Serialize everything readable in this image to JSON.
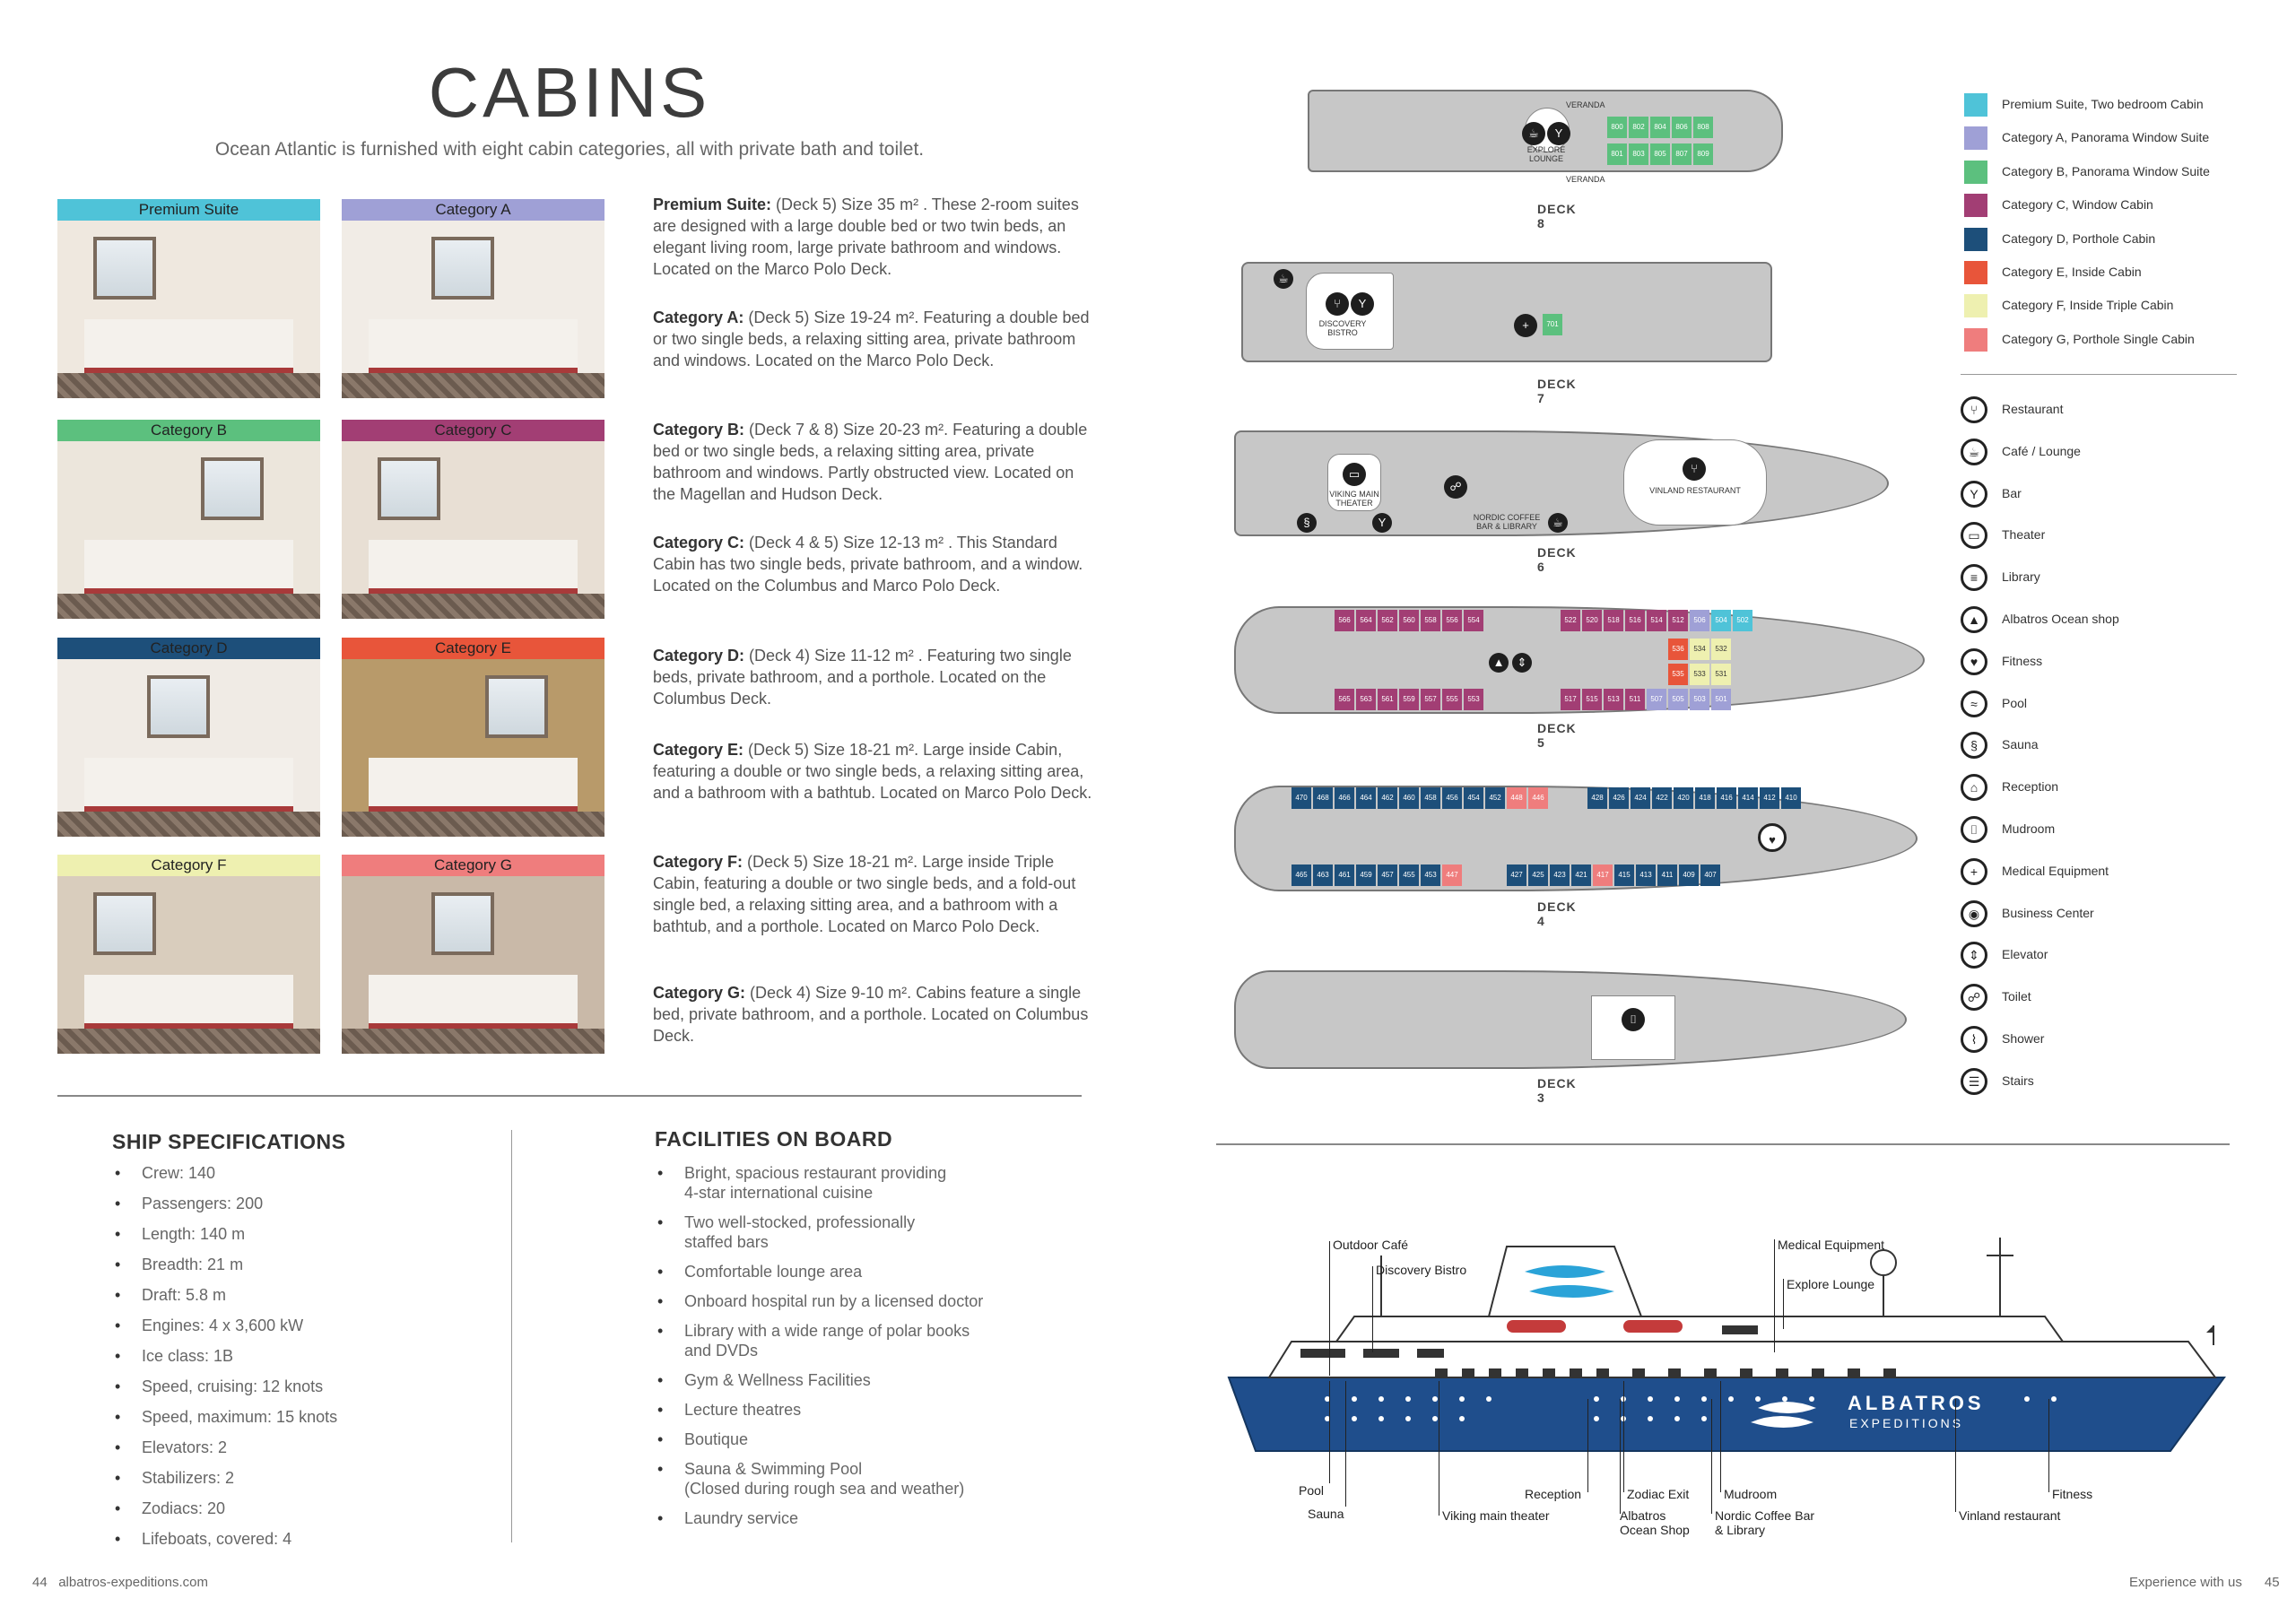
{
  "title": "CABINS",
  "subtitle": "Ocean Atlantic is furnished with eight cabin categories, all with private bath and toilet.",
  "cabins": [
    {
      "label": "Premium Suite",
      "color": "#4fc3d8",
      "desc_bold": "Premium Suite:",
      "desc": " (Deck 5) Size 35 m² . These 2-room suites are designed with a large double bed or two twin beds, an elegant living room, large private bathroom and windows. Located on the Marco Polo Deck."
    },
    {
      "label": "Category A",
      "color": "#9fa0d6",
      "desc_bold": "Category A:",
      "desc": " (Deck 5) Size 19-24 m². Featuring a double bed or two single beds, a relaxing sitting area, private bathroom and windows. Located on the Marco Polo Deck."
    },
    {
      "label": "Category B",
      "color": "#5cc07e",
      "desc_bold": "Category B:",
      "desc": " (Deck 7 & 8) Size 20-23 m². Featuring a double bed or two single beds, a relaxing sitting area, private bathroom and windows. Partly obstructed view. Located on the Magellan and Hudson Deck."
    },
    {
      "label": "Category C",
      "color": "#a23e74",
      "desc_bold": "Category C:",
      "desc": " (Deck 4 & 5) Size 12-13 m² . This Standard Cabin has two single beds, private bathroom, and a window. Located on the Columbus and Marco Polo Deck."
    },
    {
      "label": "Category D",
      "color": "#1d4f7a",
      "desc_bold": "Category D:",
      "desc": " (Deck 4) Size 11-12 m² . Featuring two single beds, private bathroom, and a porthole. Located on the Columbus Deck."
    },
    {
      "label": "Category E",
      "color": "#e8553a",
      "desc_bold": "Category E:",
      "desc": " (Deck 5) Size 18-21 m². Large inside Cabin, featuring a double or two single beds, a relaxing sitting area, and a bathroom with a bathtub. Located on Marco Polo Deck."
    },
    {
      "label": "Category F",
      "color": "#eef0b0",
      "desc_bold": "Category F:",
      "desc": " (Deck 5) Size 18-21 m². Large inside Triple Cabin, featuring  a double or two single beds, and a fold-out single bed, a relaxing sitting area, and a bathroom with a bathtub, and a porthole. Located on Marco Polo Deck."
    },
    {
      "label": "Category G",
      "color": "#ef7d7d",
      "desc_bold": "Category G:",
      "desc": " (Deck 4) Size 9-10 m². Cabins feature a single bed, private bathroom, and a porthole. Located on Columbus Deck."
    }
  ],
  "specs": {
    "title": "SHIP SPECIFICATIONS",
    "items": [
      "Crew: 140",
      "Passengers: 200",
      "Length: 140 m",
      "Breadth: 21 m",
      "Draft: 5.8 m",
      "Engines: 4 x 3,600 kW",
      "Ice class: 1B",
      "Speed, cruising: 12 knots",
      "Speed, maximum: 15 knots",
      "Elevators: 2",
      "Stabilizers: 2",
      "Zodiacs: 20",
      "Lifeboats, covered: 4"
    ]
  },
  "facilities": {
    "title": "FACILITIES ON BOARD",
    "items": [
      "Bright, spacious restaurant providing\n4-star international cuisine",
      "Two well-stocked, professionally\nstaffed bars",
      "Comfortable lounge area",
      "Onboard hospital run by a licensed doctor",
      "Library with a wide range of polar books\nand DVDs",
      "Gym & Wellness Facilities",
      "Lecture theatres",
      "Boutique",
      "Sauna & Swimming Pool\n(Closed during rough sea and weather)",
      "Laundry service"
    ]
  },
  "footer": {
    "left_page": "44",
    "left_site": "albatros-expeditions.com",
    "right_text": "Experience with us",
    "right_page": "45"
  },
  "decks": {
    "d8": "DECK 8",
    "d7": "DECK 7",
    "d6": "DECK 6",
    "d5": "DECK 5",
    "d4": "DECK 4",
    "d3": "DECK 3",
    "veranda": "VERANDA",
    "explore_lounge": "EXPLORE\nLOUNGE",
    "discovery_bistro": "DISCOVERY\nBISTRO",
    "viking_main_theater": "VIKING MAIN\nTHEATER",
    "nordic_coffee_bar": "NORDIC COFFEE\nBAR & LIBRARY",
    "vinland_restaurant": "VINLAND RESTAURANT"
  },
  "legend_colors": [
    {
      "label": "Premium Suite, Two bedroom Cabin",
      "color": "#4fc3d8"
    },
    {
      "label": "Category A, Panorama Window Suite",
      "color": "#9fa0d6"
    },
    {
      "label": "Category B, Panorama Window Suite",
      "color": "#5cc07e"
    },
    {
      "label": "Category C, Window Cabin",
      "color": "#a23e74"
    },
    {
      "label": "Category D, Porthole Cabin",
      "color": "#1d4f7a"
    },
    {
      "label": "Category E, Inside Cabin",
      "color": "#e8553a"
    },
    {
      "label": "Category F, Inside Triple Cabin",
      "color": "#eef0b0"
    },
    {
      "label": "Category G, Porthole Single Cabin",
      "color": "#ef7d7d"
    }
  ],
  "legend_icons": [
    {
      "label": "Restaurant",
      "icon": "restaurant-icon",
      "glyph": "⑂"
    },
    {
      "label": "Café / Lounge",
      "icon": "cafe-icon",
      "glyph": "☕"
    },
    {
      "label": "Bar",
      "icon": "bar-icon",
      "glyph": "Y"
    },
    {
      "label": "Theater",
      "icon": "theater-icon",
      "glyph": "▭"
    },
    {
      "label": "Library",
      "icon": "library-icon",
      "glyph": "≡"
    },
    {
      "label": "Albatros Ocean shop",
      "icon": "shop-icon",
      "glyph": "▲"
    },
    {
      "label": "Fitness",
      "icon": "fitness-icon",
      "glyph": "♥"
    },
    {
      "label": "Pool",
      "icon": "pool-icon",
      "glyph": "≈"
    },
    {
      "label": "Sauna",
      "icon": "sauna-icon",
      "glyph": "§"
    },
    {
      "label": "Reception",
      "icon": "reception-icon",
      "glyph": "⌂"
    },
    {
      "label": "Mudroom",
      "icon": "mudroom-icon",
      "glyph": "⌷"
    },
    {
      "label": "Medical Equipment",
      "icon": "medical-icon",
      "glyph": "+"
    },
    {
      "label": "Business Center",
      "icon": "business-center-icon",
      "glyph": "◉"
    },
    {
      "label": "Elevator",
      "icon": "elevator-icon",
      "glyph": "⇕"
    },
    {
      "label": "Toilet",
      "icon": "toilet-icon",
      "glyph": "☍"
    },
    {
      "label": "Shower",
      "icon": "shower-icon",
      "glyph": "⌇"
    },
    {
      "label": "Stairs",
      "icon": "stairs-icon",
      "glyph": "☰"
    }
  ],
  "profile": {
    "brand_line1": "ALBATROS",
    "brand_line2": "EXPEDITIONS",
    "hull_color": "#1f4e8c",
    "outdoor_cafe": "Outdoor Café",
    "discovery_bistro": "Discovery Bistro",
    "medical_equipment": "Medical Equipment",
    "explore_lounge": "Explore Lounge",
    "pool": "Pool",
    "sauna": "Sauna",
    "reception": "Reception",
    "viking_main_theater": "Viking main theater",
    "zodiac_exit": "Zodiac Exit",
    "albatros_ocean_shop": "Albatros\nOcean Shop",
    "mudroom": "Mudroom",
    "nordic_coffee_bar": "Nordic Coffee Bar\n& Library",
    "fitness": "Fitness",
    "vinland_restaurant": "Vinland restaurant"
  }
}
